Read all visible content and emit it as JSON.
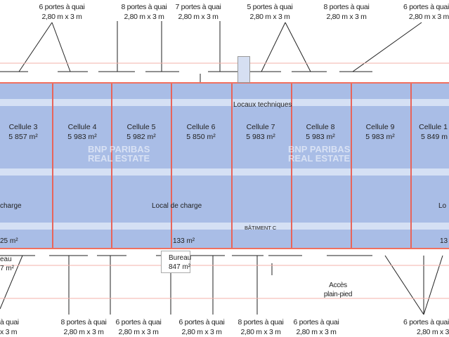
{
  "top_labels": [
    {
      "doors": "6 portes à quai",
      "size": "2,80 m x 3 m"
    },
    {
      "doors": "8 portes à quai",
      "size": "2,80 m x 3 m"
    },
    {
      "doors": "7 portes à quai",
      "size": "2,80 m x 3 m"
    },
    {
      "doors": "5 portes à quai",
      "size": "2,80 m x 3 m"
    },
    {
      "doors": "8 portes à quai",
      "size": "2,80 m x 3 m"
    },
    {
      "doors": "6 portes à quai",
      "size": "2,80 m x 3 m"
    }
  ],
  "bottom_labels": [
    {
      "doors": "à quai",
      "size": "x 3 m"
    },
    {
      "doors": "8 portes à quai",
      "size": "2,80 m x 3 m"
    },
    {
      "doors": "6 portes à quai",
      "size": "2,80 m x 3 m"
    },
    {
      "doors": "6 portes à quai",
      "size": "2,80 m x 3 m"
    },
    {
      "doors": "8 portes à quai",
      "size": "2,80 m x 3 m"
    },
    {
      "doors": "6 portes à quai",
      "size": "2,80 m x 3 m"
    },
    {
      "doors": "6 portes à quai",
      "size": "2,80 m x 3"
    }
  ],
  "cells": [
    {
      "name": "Cellule 3",
      "area": "5 857 m²"
    },
    {
      "name": "Cellule 4",
      "area": "5 983 m²"
    },
    {
      "name": "Cellule 5",
      "area": "5 982 m²"
    },
    {
      "name": "Cellule 6",
      "area": "5 850 m²"
    },
    {
      "name": "Cellule 7",
      "area": "5 983 m²"
    },
    {
      "name": "Cellule 8",
      "area": "5 983 m²"
    },
    {
      "name": "Cellule 9",
      "area": "5 983 m²"
    },
    {
      "name": "Cellule 1",
      "area": "5 849 m"
    }
  ],
  "annotations": {
    "locaux": "Locaux techniques",
    "local_charge_left": "charge",
    "local_charge_mid": "Local de charge",
    "local_charge_right": "Lo",
    "area_left": "25 m²",
    "area_mid": "133 m²",
    "area_right": "13",
    "batiment": "BÂTIMENT C",
    "bureau_left_1": "eau",
    "bureau_left_2": "7 m²",
    "bureau_mid_1": "Bureau",
    "bureau_mid_2": "847 m²",
    "acces_1": "Accès",
    "acces_2": "plain-pied"
  },
  "watermark": {
    "line1": "BNP PARIBAS",
    "line2": "REAL ESTATE"
  }
}
